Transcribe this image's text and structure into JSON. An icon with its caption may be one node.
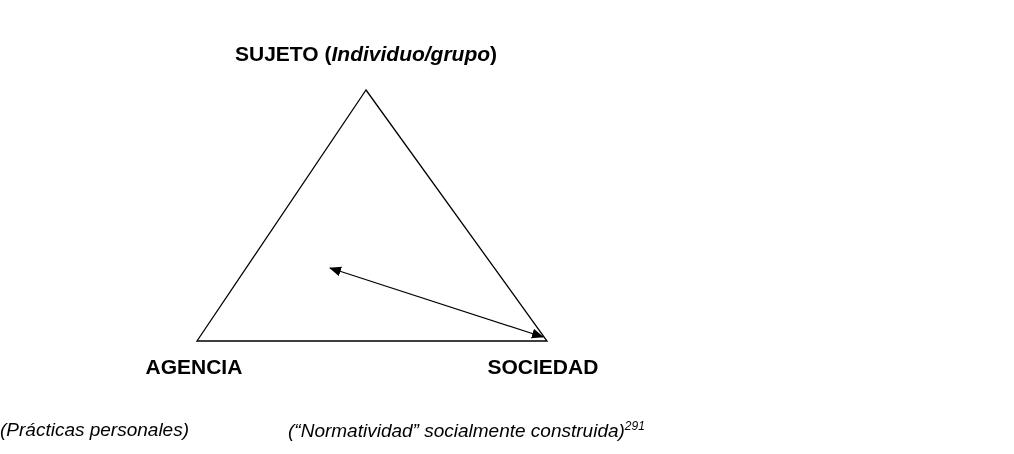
{
  "diagram": {
    "nodes": [
      {
        "text": [
          "SUJETO (*Individuo/grupo*)"
        ]
      },
      {
        "text": [],
        "shape": "triangle"
      },
      {
        "text": [
          "AGENCIA"
        ],
        "beside": [
          "(Prácticas personales)"
        ]
      },
      {
        "text": [
          "SOCIEDAD"
        ],
        "beside": [
          "(“Normatividad” socialmente construida)$^{291}$"
        ]
      }
    ],
    "edges": [
      {
        "from": 1,
        "to": 3,
        "arrow": "both"
      }
    ]
  }
}
